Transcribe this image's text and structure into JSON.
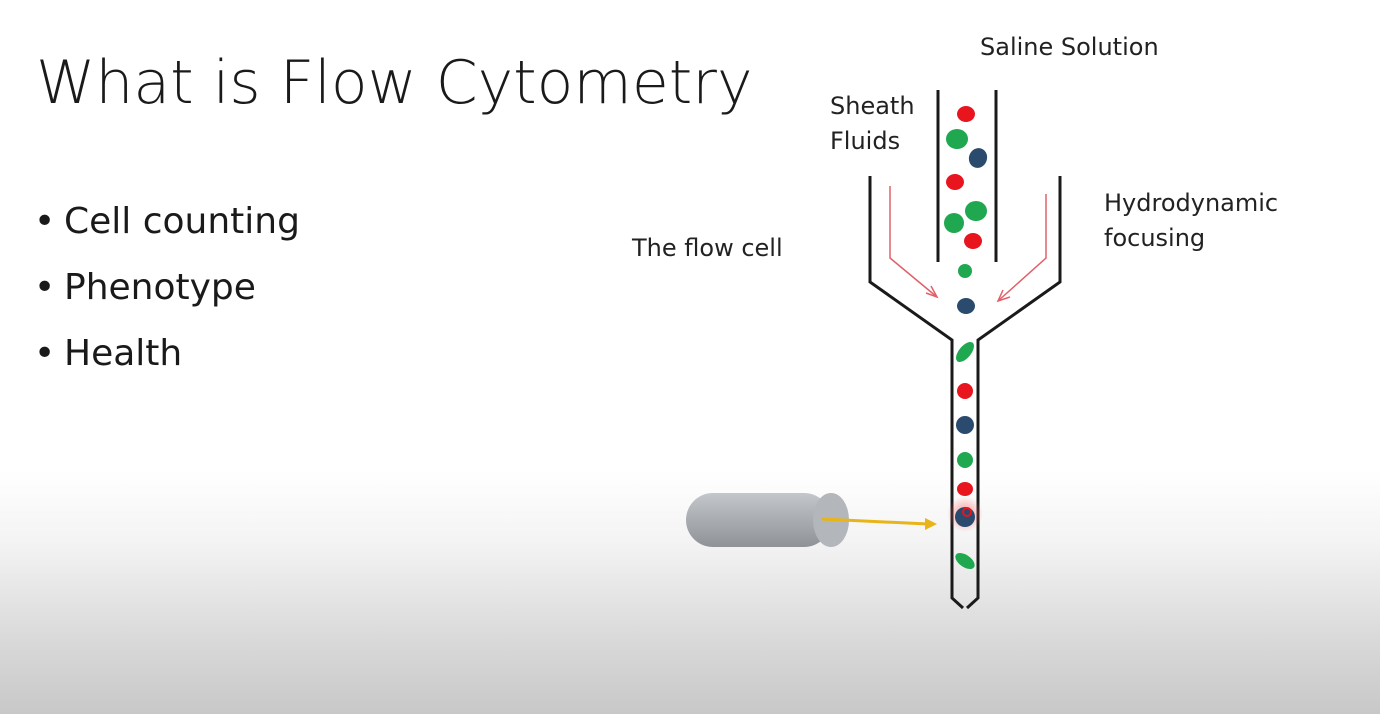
{
  "slide": {
    "title": "What is Flow Cytometry",
    "bullets": [
      "Cell counting",
      "Phenotype",
      "Health"
    ]
  },
  "diagram": {
    "labels": {
      "saline": "Saline Solution",
      "sheath_line1": "Sheath",
      "sheath_line2": "Fluids",
      "hydro_line1": "Hydrodynamic",
      "hydro_line2": "focusing",
      "flow_cell": "The flow cell"
    },
    "colors": {
      "red_cell": "#e8141e",
      "green_cell": "#1fa84f",
      "blue_cell": "#2a4a6e",
      "laser_beam": "#e8b417",
      "laser_body": "#a9adb2",
      "tube": "#1a1a1a",
      "sheath_arrow": "#e0606a"
    }
  }
}
